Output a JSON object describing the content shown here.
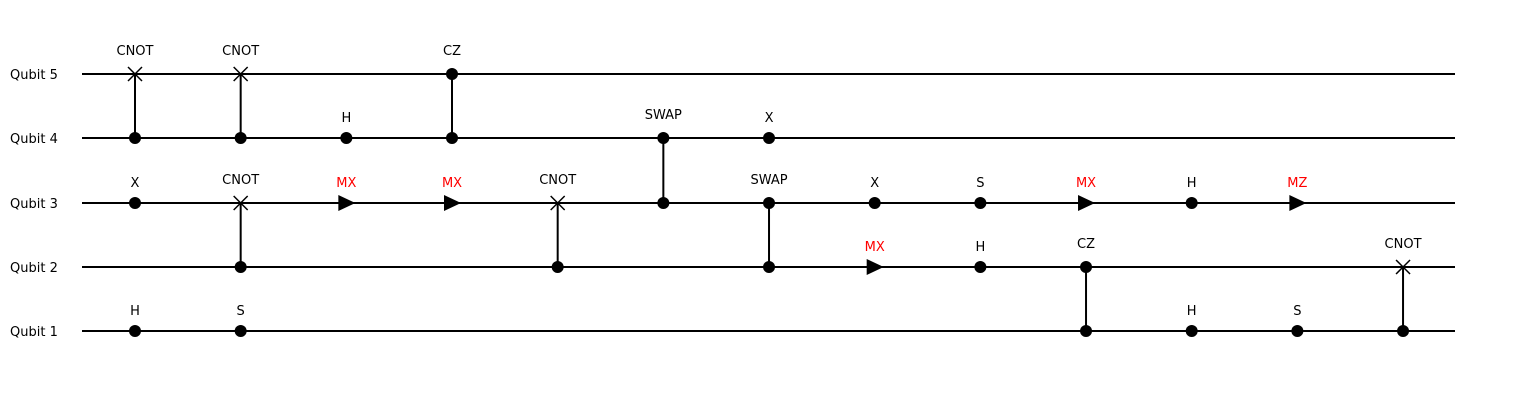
{
  "colors": {
    "wire": "#000000",
    "measure_label": "#ff0000",
    "label": "#000000"
  },
  "qubits": [
    "Qubit 5",
    "Qubit 4",
    "Qubit 3",
    "Qubit 2",
    "Qubit 1"
  ],
  "gates": [
    {
      "col": 0,
      "label": "CNOT",
      "kind": "cnot",
      "target": "Qubit 5",
      "control": "Qubit 4"
    },
    {
      "col": 0,
      "label": "X",
      "kind": "single",
      "qubit": "Qubit 3"
    },
    {
      "col": 0,
      "label": "H",
      "kind": "single",
      "qubit": "Qubit 1"
    },
    {
      "col": 1,
      "label": "CNOT",
      "kind": "cnot",
      "target": "Qubit 5",
      "control": "Qubit 4"
    },
    {
      "col": 1,
      "label": "CNOT",
      "kind": "cnot",
      "target": "Qubit 3",
      "control": "Qubit 2"
    },
    {
      "col": 1,
      "label": "S",
      "kind": "single",
      "qubit": "Qubit 1"
    },
    {
      "col": 2,
      "label": "H",
      "kind": "single",
      "qubit": "Qubit 4"
    },
    {
      "col": 2,
      "label": "MX",
      "kind": "measure",
      "qubit": "Qubit 3"
    },
    {
      "col": 3,
      "label": "CZ",
      "kind": "cz",
      "target": "Qubit 5",
      "control": "Qubit 4"
    },
    {
      "col": 3,
      "label": "MX",
      "kind": "measure",
      "qubit": "Qubit 3"
    },
    {
      "col": 4,
      "label": "CNOT",
      "kind": "cnot",
      "target": "Qubit 3",
      "control": "Qubit 2"
    },
    {
      "col": 5,
      "label": "SWAP",
      "kind": "cz",
      "target": "Qubit 4",
      "control": "Qubit 3"
    },
    {
      "col": 6,
      "label": "X",
      "kind": "single",
      "qubit": "Qubit 4"
    },
    {
      "col": 6,
      "label": "SWAP",
      "kind": "cz",
      "target": "Qubit 3",
      "control": "Qubit 2"
    },
    {
      "col": 7,
      "label": "X",
      "kind": "single",
      "qubit": "Qubit 3"
    },
    {
      "col": 7,
      "label": "MX",
      "kind": "measure",
      "qubit": "Qubit 2"
    },
    {
      "col": 8,
      "label": "S",
      "kind": "single",
      "qubit": "Qubit 3"
    },
    {
      "col": 8,
      "label": "H",
      "kind": "single",
      "qubit": "Qubit 2"
    },
    {
      "col": 9,
      "label": "MX",
      "kind": "measure",
      "qubit": "Qubit 3"
    },
    {
      "col": 9,
      "label": "CZ",
      "kind": "cz",
      "target": "Qubit 2",
      "control": "Qubit 1"
    },
    {
      "col": 10,
      "label": "H",
      "kind": "single",
      "qubit": "Qubit 3"
    },
    {
      "col": 10,
      "label": "H",
      "kind": "single",
      "qubit": "Qubit 1"
    },
    {
      "col": 11,
      "label": "MZ",
      "kind": "measure",
      "qubit": "Qubit 3"
    },
    {
      "col": 11,
      "label": "S",
      "kind": "single",
      "qubit": "Qubit 1"
    },
    {
      "col": 12,
      "label": "CNOT",
      "kind": "cnot",
      "target": "Qubit 2",
      "control": "Qubit 1"
    }
  ]
}
